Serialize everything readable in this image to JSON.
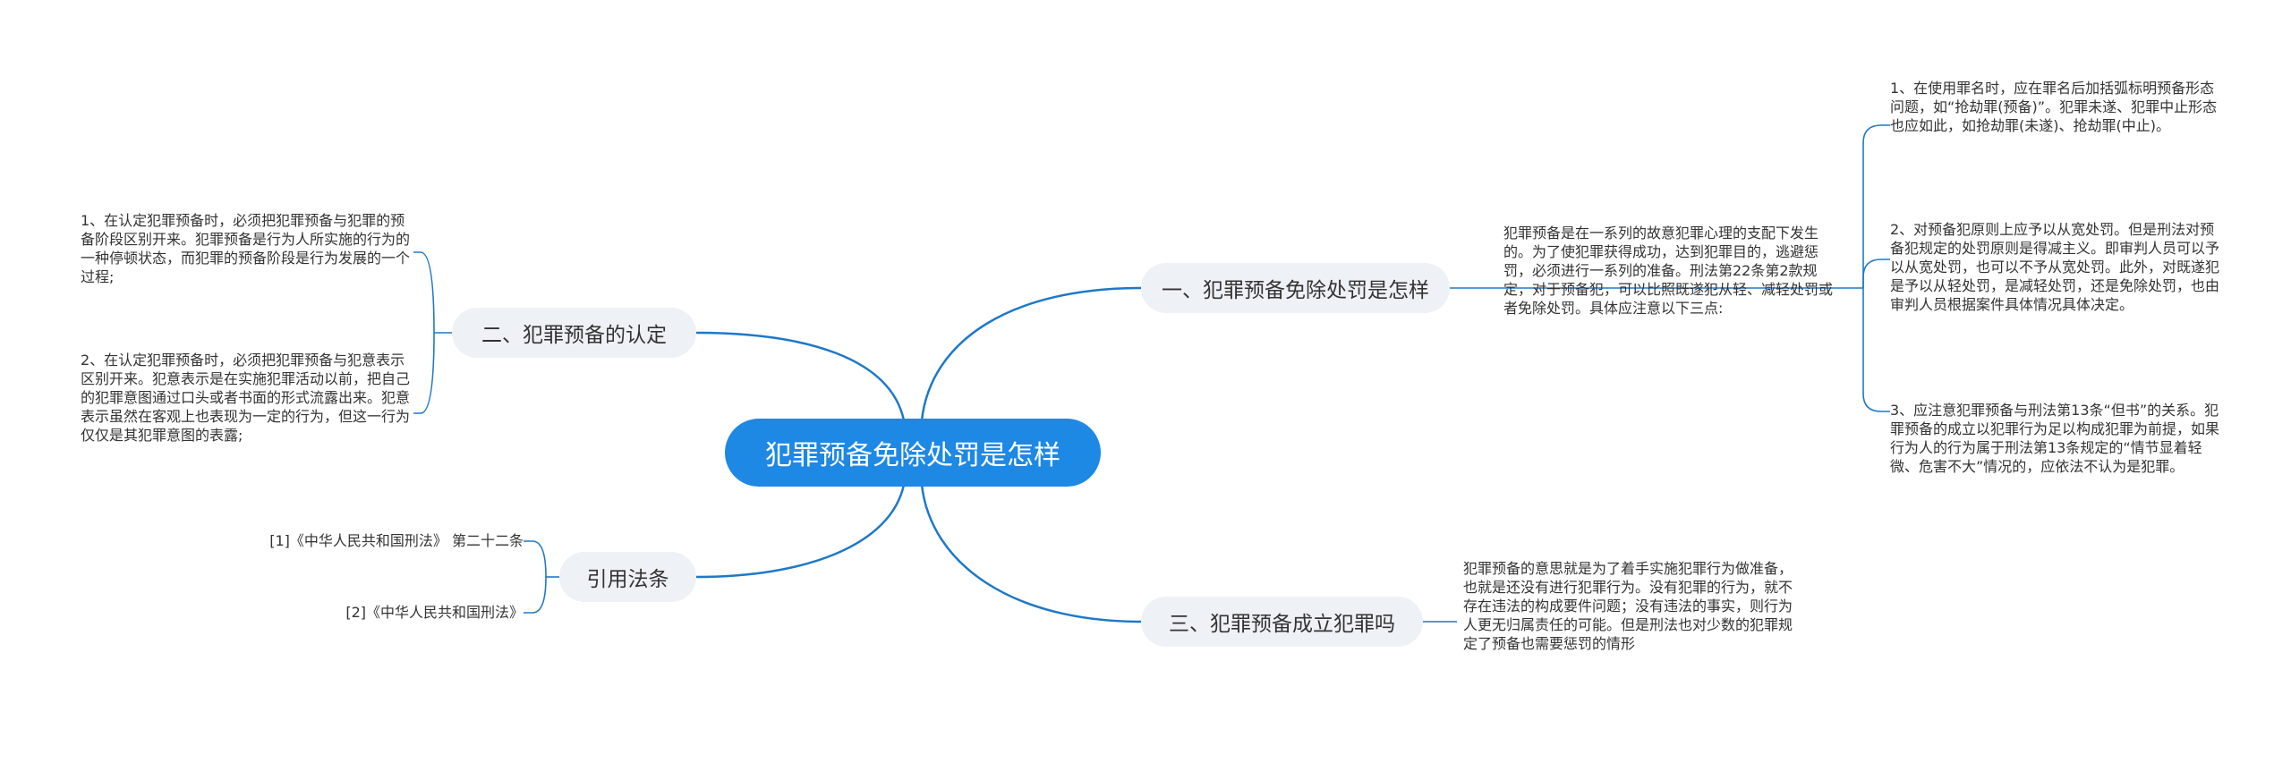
{
  "central": {
    "label": "犯罪预备免除处罚是怎样"
  },
  "branches": {
    "b1": {
      "label": "一、犯罪预备免除处罚是怎样"
    },
    "b2": {
      "label": "二、犯罪预备的认定"
    },
    "b3": {
      "label": "三、犯罪预备成立犯罪吗"
    },
    "b4": {
      "label": "引用法条"
    }
  },
  "b1_text": "犯罪预备是在一系列的故意犯罪心理的支配下发生的。为了使犯罪获得成功，达到犯罪目的，逃避惩罚，必须进行一系列的准备。刑法第22条第2款规定，对于预备犯，可以比照既遂犯从轻、减轻处罚或者免除处罚。具体应注意以下三点:",
  "b1_points": [
    "1、在使用罪名时，应在罪名后加括弧标明预备形态问题，如“抢劫罪(预备)”。犯罪未遂、犯罪中止形态也应如此，如抢劫罪(未遂)、抢劫罪(中止)。",
    "2、对预备犯原则上应予以从宽处罚。但是刑法对预备犯规定的处罚原则是得减主义。即审判人员可以予以从宽处罚，也可以不予从宽处罚。此外，对既遂犯是予以从轻处罚，是减轻处罚，还是免除处罚，也由审判人员根据案件具体情况具体决定。",
    "3、应注意犯罪预备与刑法第13条“但书”的关系。犯罪预备的成立以犯罪行为足以构成犯罪为前提，如果行为人的行为属于刑法第13条规定的“情节显着轻微、危害不大”情况的，应依法不认为是犯罪。"
  ],
  "b2_points": [
    "1、在认定犯罪预备时，必须把犯罪预备与犯罪的预备阶段区别开来。犯罪预备是行为人所实施的行为的一种停顿状态，而犯罪的预备阶段是行为发展的一个过程;",
    "2、在认定犯罪预备时，必须把犯罪预备与犯意表示区别开来。犯意表示是在实施犯罪活动以前，把自己的犯罪意图通过口头或者书面的形式流露出来。犯意表示虽然在客观上也表现为一定的行为，但这一行为仅仅是其犯罪意图的表露;"
  ],
  "b3_text": "犯罪预备的意思就是为了着手实施犯罪行为做准备，也就是还没有进行犯罪行为。没有犯罪的行为，就不存在违法的构成要件问题；没有违法的事实，则行为人更无归属责任的可能。但是刑法也对少数的犯罪规定了预备也需要惩罚的情形",
  "b4_refs": [
    "[1]《中华人民共和国刑法》 第二十二条",
    "[2]《中华人民共和国刑法》"
  ],
  "colors": {
    "line": "#1e78c8",
    "central": "#1e88e5",
    "branch_bg": "#eef1f5"
  }
}
